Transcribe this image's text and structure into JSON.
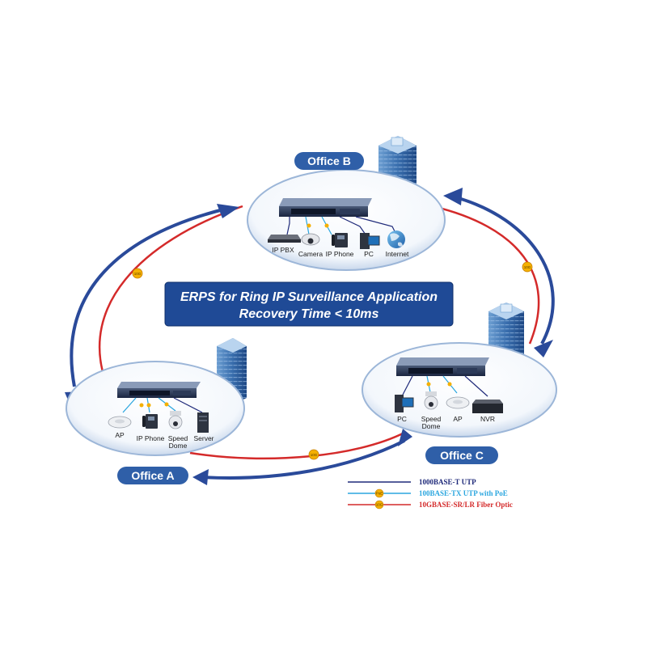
{
  "title": {
    "line1": "ERPS for Ring IP Surveillance Application",
    "line2": "Recovery Time < 10ms"
  },
  "offices": {
    "b": {
      "label": "Office B",
      "devices": [
        "IP PBX",
        "Camera",
        "IP Phone",
        "PC",
        "Internet"
      ]
    },
    "a": {
      "label": "Office A",
      "devices": [
        "AP",
        "IP Phone",
        "Speed",
        "Dome",
        "Server"
      ]
    },
    "c": {
      "label": "Office C",
      "devices": [
        "PC",
        "Speed",
        "Dome",
        "AP",
        "NVR"
      ]
    }
  },
  "link_badge": "10G",
  "poe_badge": "PoE",
  "legend": [
    {
      "label": "1000BASE-T UTP",
      "color": "#1f2a7a"
    },
    {
      "label": "100BASE-TX UTP with PoE",
      "color": "#2aa6df"
    },
    {
      "label": "10GBASE-SR/LR Fiber Optic",
      "color": "#d42a2a"
    }
  ],
  "colors": {
    "fiber": "#d42a2a",
    "utp": "#1f2a7a",
    "poe": "#2aa6df",
    "arrow": "#2a4a9a",
    "office_bg": "#2f5fa8",
    "title_bg": "#1f4a96"
  }
}
